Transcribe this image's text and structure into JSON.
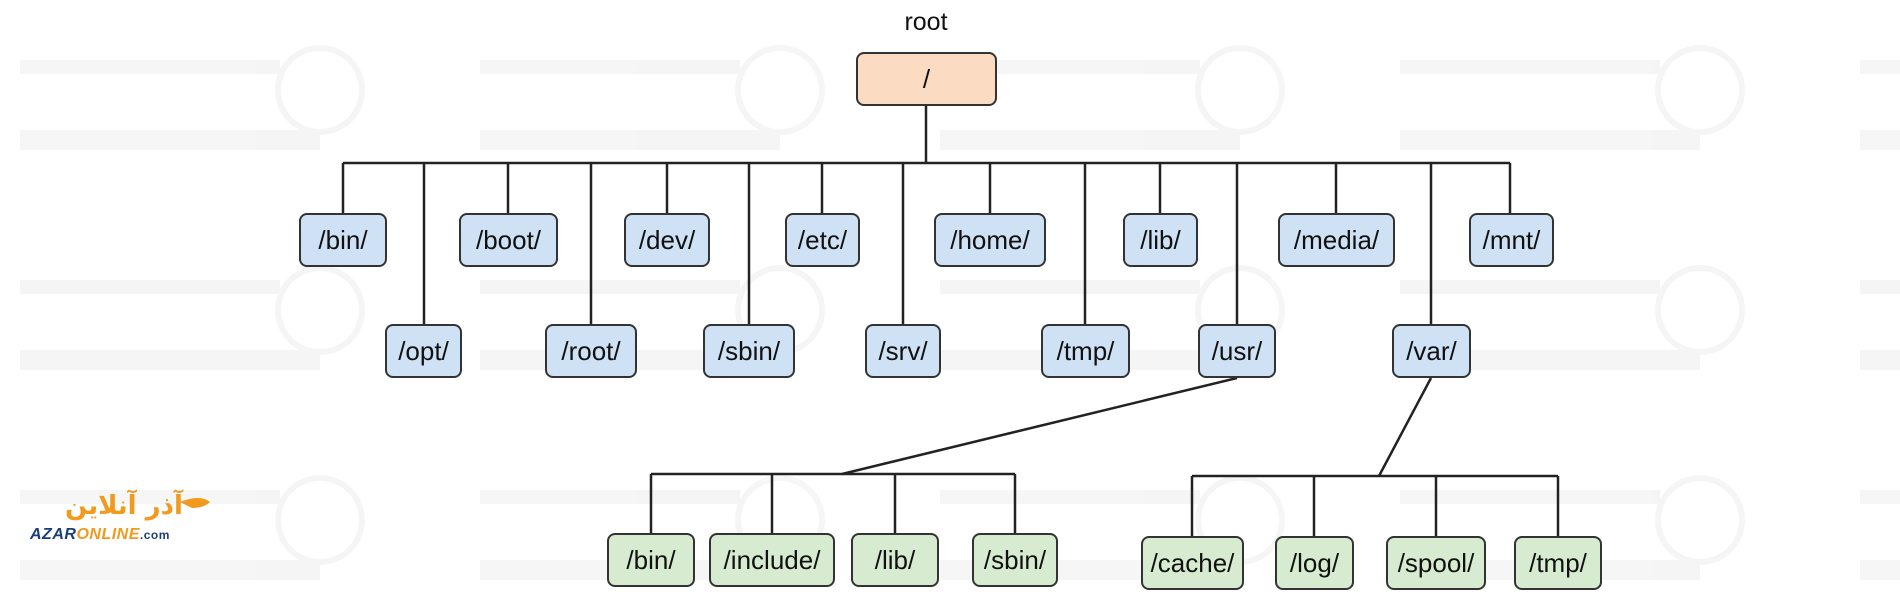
{
  "root": {
    "caption": "root",
    "label": "/"
  },
  "top_dirs": [
    "/bin/",
    "/boot/",
    "/dev/",
    "/etc/",
    "/home/",
    "/lib/",
    "/media/",
    "/mnt/"
  ],
  "lower_dirs": [
    "/opt/",
    "/root/",
    "/sbin/",
    "/srv/",
    "/tmp/",
    "/usr/",
    "/var/"
  ],
  "usr_children": [
    "/bin/",
    "/include/",
    "/lib/",
    "/sbin/"
  ],
  "var_children": [
    "/cache/",
    "/log/",
    "/spool/",
    "/tmp/"
  ],
  "logo": {
    "persian": "آذر آنلاین",
    "latin_part1": "AZAR",
    "latin_part2": "ONLINE",
    "domain": ".com"
  },
  "colors": {
    "root_fill": "#fbdcc3",
    "dir_fill": "#cfe1f4",
    "subdir_fill": "#d7ebd1",
    "line": "#222222",
    "logo_blue": "#1b3e7a",
    "logo_orange": "#f19a1d"
  }
}
